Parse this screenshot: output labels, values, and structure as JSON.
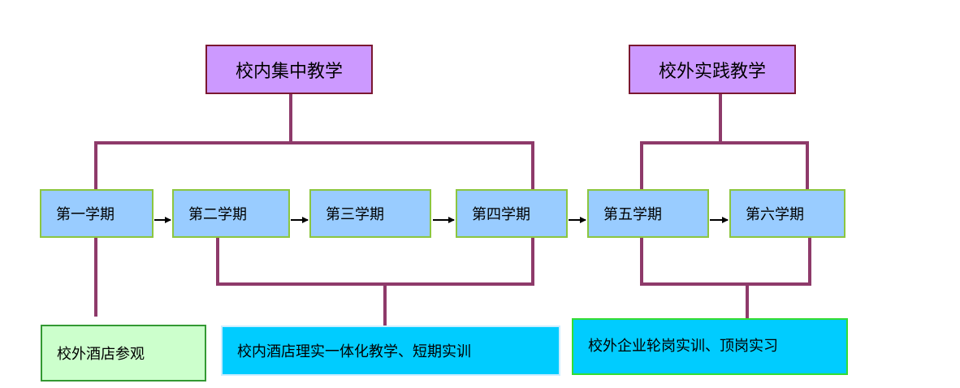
{
  "headers": {
    "on_campus": "校内集中教学",
    "off_campus": "校外实践教学"
  },
  "semesters": [
    "第一学期",
    "第二学期",
    "第三学期",
    "第四学期",
    "第五学期",
    "第六学期"
  ],
  "activities": {
    "hotel_visit": "校外酒店参观",
    "integrated": "校内酒店理实一体化教学、短期实训",
    "internship": "校外企业轮岗实训、顶岗实习"
  },
  "colors": {
    "connector": "#8e3a6a",
    "header_fill": "#cc99ff",
    "header_border": "#7a1730",
    "semester_fill": "#99ccff",
    "semester_border": "#8cc63f",
    "visit_fill": "#ccffcc",
    "visit_border": "#339933",
    "activity_fill": "#00ccff",
    "activity_border_light": "#cceeff",
    "activity_border_green": "#33dd33",
    "arrow": "#000000"
  }
}
